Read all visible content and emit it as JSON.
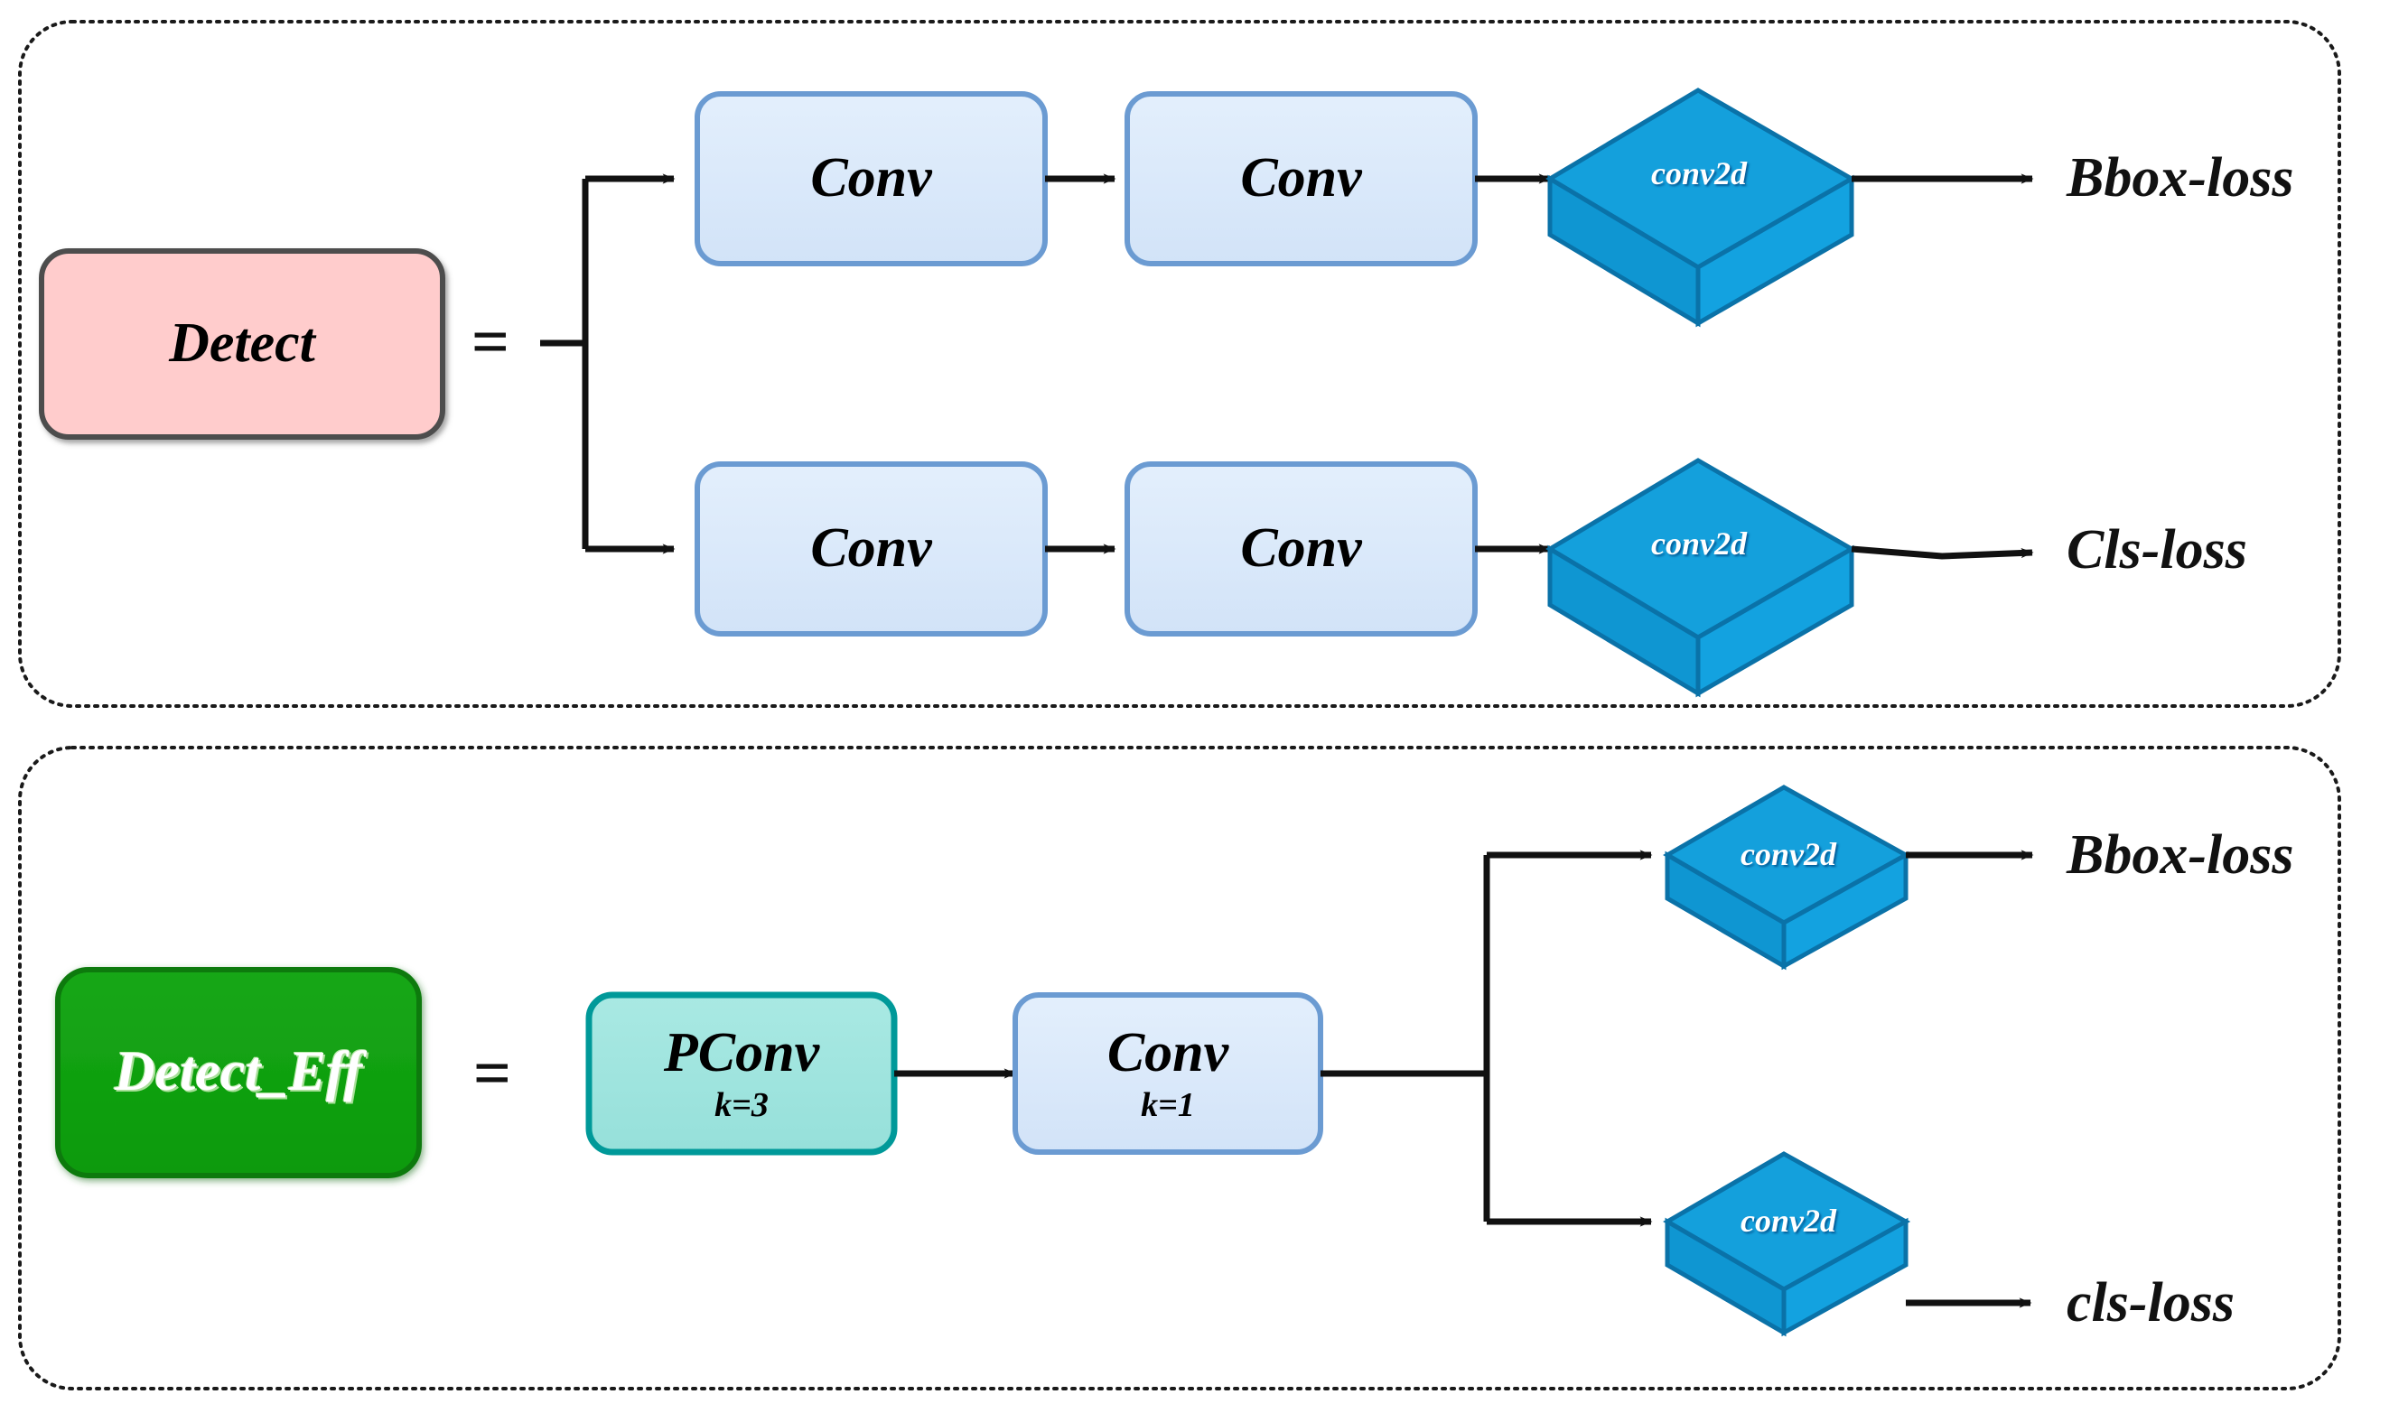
{
  "figure": {
    "title": "Detect vs Detect_Eff detection head comparison",
    "panels": [
      {
        "id": "panel-detect",
        "source_label": "Detect",
        "equals_sign": "=",
        "branches": [
          {
            "id": "bbox-branch",
            "stages": [
              "Conv",
              "Conv",
              "conv2d"
            ],
            "output": "Bbox-loss"
          },
          {
            "id": "cls-branch",
            "stages": [
              "Conv",
              "Conv",
              "conv2d"
            ],
            "output": "Cls-loss"
          }
        ]
      },
      {
        "id": "panel-detect-eff",
        "source_label": "Detect_Eff",
        "equals_sign": "=",
        "shared_stages": [
          {
            "name": "PConv",
            "kernel": "k=3"
          },
          {
            "name": "Conv",
            "kernel": "k=1"
          }
        ],
        "branches": [
          {
            "id": "bbox-branch-eff",
            "stages": [
              "conv2d"
            ],
            "output": "Bbox-loss"
          },
          {
            "id": "cls-branch-eff",
            "stages": [
              "conv2d"
            ],
            "output": "cls-loss"
          }
        ]
      }
    ],
    "labels": {
      "detect": "Detect",
      "detect_eff": "Detect_Eff",
      "equals": "=",
      "conv": "Conv",
      "pconv": "PConv",
      "conv2d": "conv2d",
      "k3": "k=3",
      "k1": "k=1",
      "bbox_loss": "Bbox-loss",
      "cls_loss_upper": "Cls-loss",
      "cls_loss_lower": "cls-loss"
    },
    "colors": {
      "detect_fill": "#FFCCCC",
      "detect_stroke": "#4D4D4D",
      "detect_eff_fill": "#12A012",
      "detect_eff_stroke": "#0A7A0A",
      "conv_fill": "#D6E6FA",
      "conv_stroke": "#6B9BD2",
      "pconv_fill": "#9FE4DF",
      "pconv_stroke": "#009999",
      "conv2d_fill": "#14A0DC",
      "conv2d_top_fill": "#14A0DC",
      "conv2d_stroke": "#0A72A8",
      "panel_border": "#1A1A1A",
      "arrow": "#111111",
      "background": "#FFFFFF"
    }
  }
}
